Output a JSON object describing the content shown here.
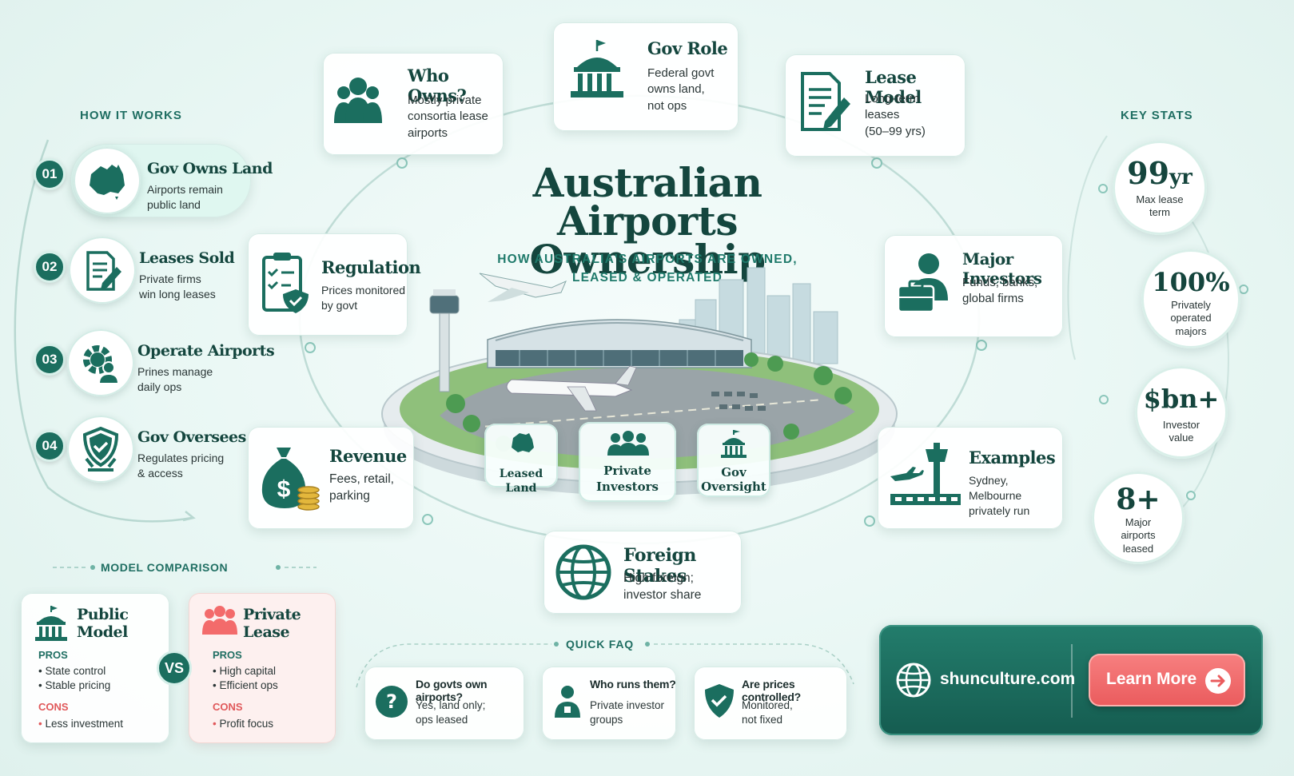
{
  "title": {
    "line1": "Australian Airports",
    "line2": "Ownership"
  },
  "subtitle": {
    "line1": "HOW AUSTRALIA'S AIRPORTS ARE OWNED,",
    "line2": "LEASED & OPERATED"
  },
  "sections": {
    "how_it_works": "HOW IT WORKS",
    "key_stats": "KEY STATS",
    "model_comparison": "MODEL COMPARISON",
    "quick_faq": "QUICK FAQ"
  },
  "cards": {
    "who_owns": {
      "title": "Who Owns?",
      "lines": [
        "Mostly private",
        "consortia lease",
        "airports"
      ]
    },
    "gov_role": {
      "title": "Gov Role",
      "lines": [
        "Federal govt",
        "owns land,",
        "not ops"
      ]
    },
    "lease_model": {
      "title": "Lease Model",
      "lines": [
        "Long-term",
        "leases",
        "(50–99 yrs)"
      ]
    },
    "regulation": {
      "title": "Regulation",
      "lines": [
        "Prices monitored",
        "by govt"
      ]
    },
    "major_investors": {
      "title": "Major Investors",
      "lines": [
        "Funds, banks,",
        "global firms"
      ]
    },
    "revenue": {
      "title": "Revenue",
      "lines": [
        "Fees, retail,",
        "parking"
      ]
    },
    "examples": {
      "title": "Examples",
      "lines": [
        "Sydney, Melbourne",
        "privately run"
      ]
    },
    "foreign_stakes": {
      "title": "Foreign Stakes",
      "lines": [
        "High foreign;",
        "investor share"
      ]
    }
  },
  "steps": [
    {
      "num": "01",
      "title": "Gov Owns Land",
      "lines": [
        "Airports remain",
        "public land"
      ]
    },
    {
      "num": "02",
      "title": "Leases Sold",
      "lines": [
        "Private firms",
        "win long leases"
      ]
    },
    {
      "num": "03",
      "title": "Operate Airports",
      "lines": [
        "Prines manage",
        "daily ops"
      ]
    },
    {
      "num": "04",
      "title": "Gov Oversees",
      "lines": [
        "Regulates pricing",
        "& access"
      ]
    }
  ],
  "stats": [
    {
      "value": "99",
      "unit": "yr",
      "lines": [
        "Max lease",
        "term"
      ]
    },
    {
      "value": "100%",
      "unit": "",
      "lines": [
        "Privately",
        "operated",
        "majors"
      ]
    },
    {
      "value": "$bn+",
      "unit": "",
      "lines": [
        "Investor",
        "value"
      ]
    },
    {
      "value": "8+",
      "unit": "",
      "lines": [
        "Major",
        "airports",
        "leased"
      ]
    }
  ],
  "badges": {
    "leased_land": "Leased Land",
    "private_investors": [
      "Private",
      "Investors"
    ],
    "gov_oversight": [
      "Gov",
      "Oversight"
    ]
  },
  "comparison": {
    "public": {
      "title": "Public Model",
      "pros_label": "PROS",
      "pros": [
        "State control",
        "Stable pricing"
      ],
      "cons_label": "CONS",
      "cons": [
        "Less investment"
      ]
    },
    "vs": "VS",
    "private": {
      "title": "Private Lease",
      "pros_label": "PROS",
      "pros": [
        "High capital",
        "Efficient ops"
      ],
      "cons_label": "CONS",
      "cons": [
        "Profit focus"
      ]
    }
  },
  "faq": [
    {
      "q": "Do govts own airports?",
      "a": [
        "Yes, land only;",
        "ops leased"
      ]
    },
    {
      "q": "Who runs them?",
      "a": [
        "Private investor",
        "groups"
      ]
    },
    {
      "q": "Are prices controlled?",
      "a": [
        "Monitored,",
        "not fixed"
      ]
    }
  ],
  "cta": {
    "site": "shunculture.com",
    "button": "Learn More"
  },
  "colors": {
    "primary": "#1b6e5f",
    "dark": "#14463e",
    "accent": "#f36b6b",
    "bg": "#e8f6f3"
  }
}
